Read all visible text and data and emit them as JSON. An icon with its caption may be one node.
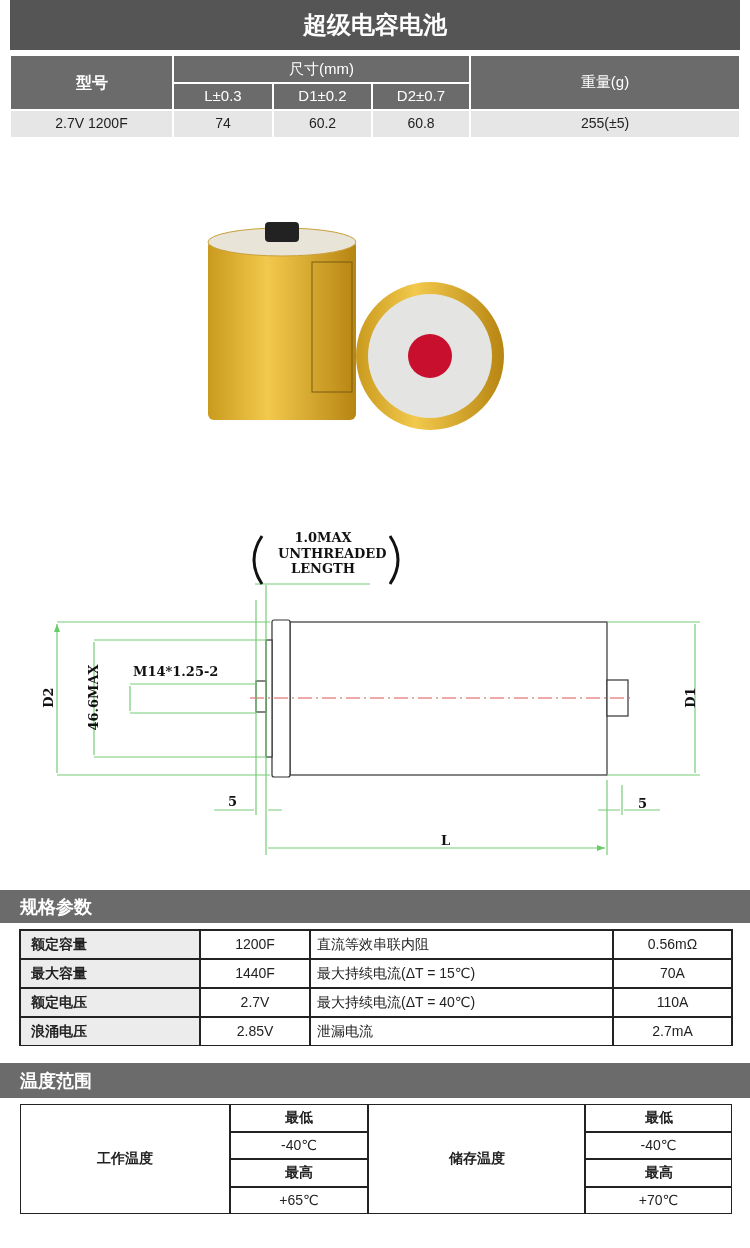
{
  "diagram": {
    "title": "超级电容电池",
    "labels": [
      "型号",
      "尺寸(mm)",
      "重量(g)",
      "L±0.3",
      "D1±0.2",
      "D2±0.7",
      "2.7V 1200F",
      "74",
      "60.2",
      "60.8",
      "255(±5)",
      "1.0MAX UNTHREADED LENGTH",
      "M14*1.25-2",
      "D2",
      "46.6MAX",
      "D1",
      "5",
      "5",
      "L",
      "规格参数",
      "额定容量",
      "1200F",
      "直流等效串联内阻",
      "0.56mΩ",
      "最大容量",
      "1440F",
      "最大持续电流(ΔT = 15℃)",
      "70A",
      "额定电压",
      "2.7V",
      "最大持续电流(ΔT = 40℃)",
      "110A",
      "浪涌电压",
      "2.85V",
      "泄漏电流",
      "2.7mA",
      "温度范围",
      "工作温度",
      "最低",
      "-40℃",
      "最高",
      "+65℃",
      "储存温度",
      "最低",
      "-40℃",
      "最高",
      "+70℃"
    ]
  }
}
